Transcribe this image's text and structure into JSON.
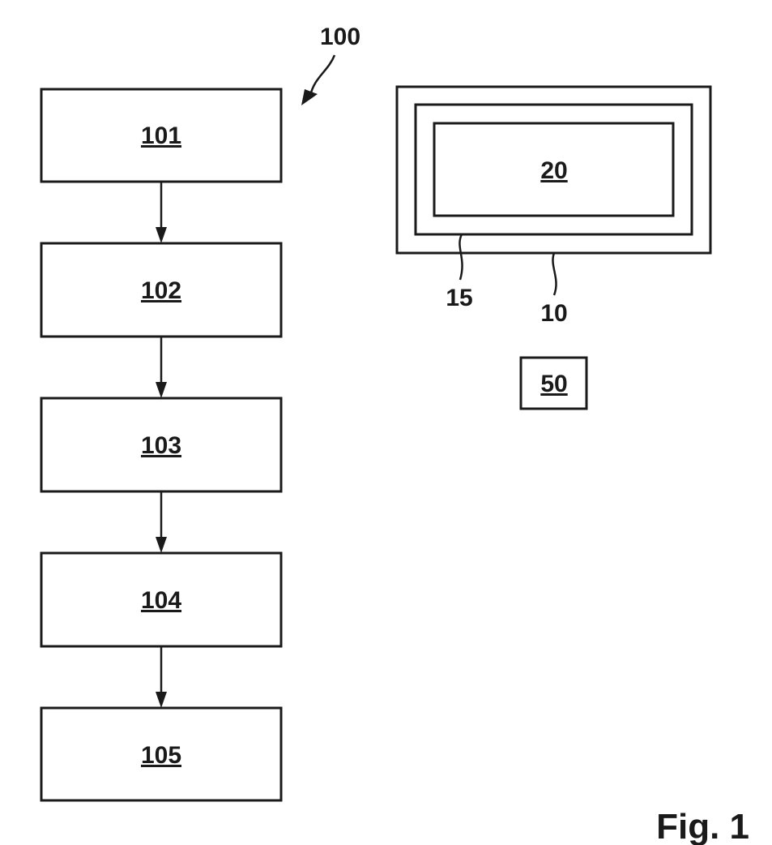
{
  "figure_label": "Fig. 1",
  "method": {
    "label": "100",
    "steps": [
      {
        "id": "101"
      },
      {
        "id": "102"
      },
      {
        "id": "103"
      },
      {
        "id": "104"
      },
      {
        "id": "105"
      }
    ]
  },
  "device": {
    "outer_label": "10",
    "inner_frame_label": "15",
    "core_label": "20"
  },
  "component": {
    "label": "50"
  }
}
